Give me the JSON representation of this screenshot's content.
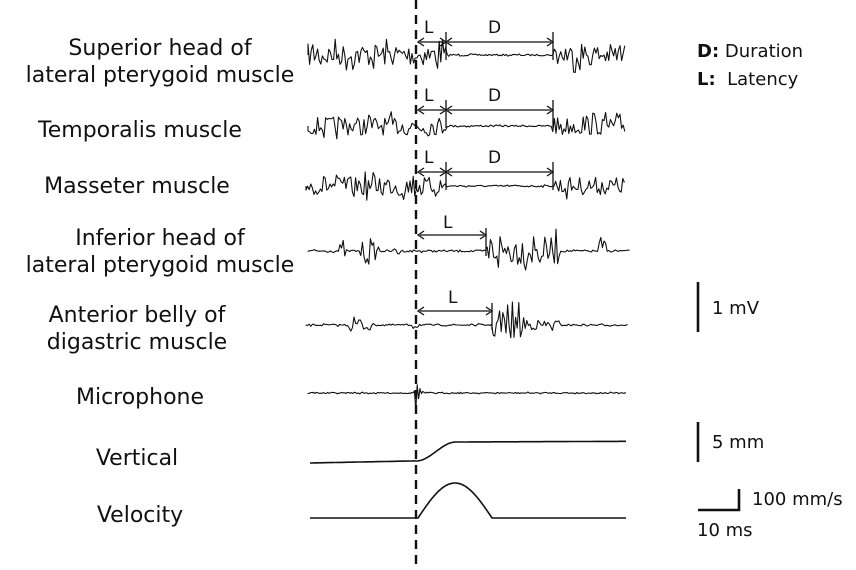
{
  "rows": [
    {
      "id": "slp",
      "label_lines": [
        "Superior head of",
        "lateral pterygoid muscle"
      ]
    },
    {
      "id": "temporalis",
      "label_lines": [
        "Temporalis muscle"
      ]
    },
    {
      "id": "masseter",
      "label_lines": [
        "Masseter muscle"
      ]
    },
    {
      "id": "ilp",
      "label_lines": [
        "Inferior head of",
        "lateral pterygoid muscle"
      ]
    },
    {
      "id": "digastric",
      "label_lines": [
        "Anterior belly of",
        "digastric muscle"
      ]
    },
    {
      "id": "microphone",
      "label_lines": [
        "Microphone"
      ]
    },
    {
      "id": "vertical",
      "label_lines": [
        "Vertical"
      ]
    },
    {
      "id": "velocity",
      "label_lines": [
        "Velocity"
      ]
    }
  ],
  "markers": {
    "latency": "L",
    "duration": "D"
  },
  "legend": {
    "d_key": "D:",
    "d_text": "Duration",
    "l_key": "L:",
    "l_text": "Latency"
  },
  "scale_bars": {
    "voltage": "1 mV",
    "displacement": "5 mm",
    "velocity": "100 mm/s",
    "time": "10 ms"
  }
}
